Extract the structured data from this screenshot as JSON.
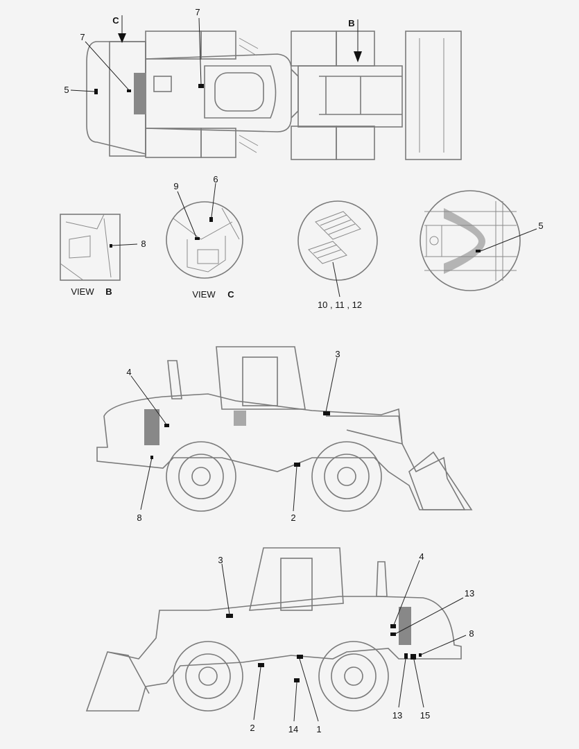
{
  "top_view": {
    "callouts": [
      "C",
      "7",
      "5",
      "7",
      "B"
    ]
  },
  "details": {
    "view_b": {
      "word": "VIEW",
      "letter": "B",
      "callout": "8"
    },
    "view_c": {
      "word": "VIEW",
      "letter": "C",
      "callouts": [
        "9",
        "6"
      ]
    },
    "tray": {
      "callout": "10 , 11 , 12"
    },
    "radiator": {
      "callout": "5"
    }
  },
  "side_view_left": {
    "callouts": [
      "4",
      "3",
      "8",
      "2"
    ]
  },
  "side_view_right": {
    "callouts": [
      "3",
      "4",
      "13",
      "8",
      "2",
      "14",
      "1",
      "13",
      "15"
    ]
  }
}
